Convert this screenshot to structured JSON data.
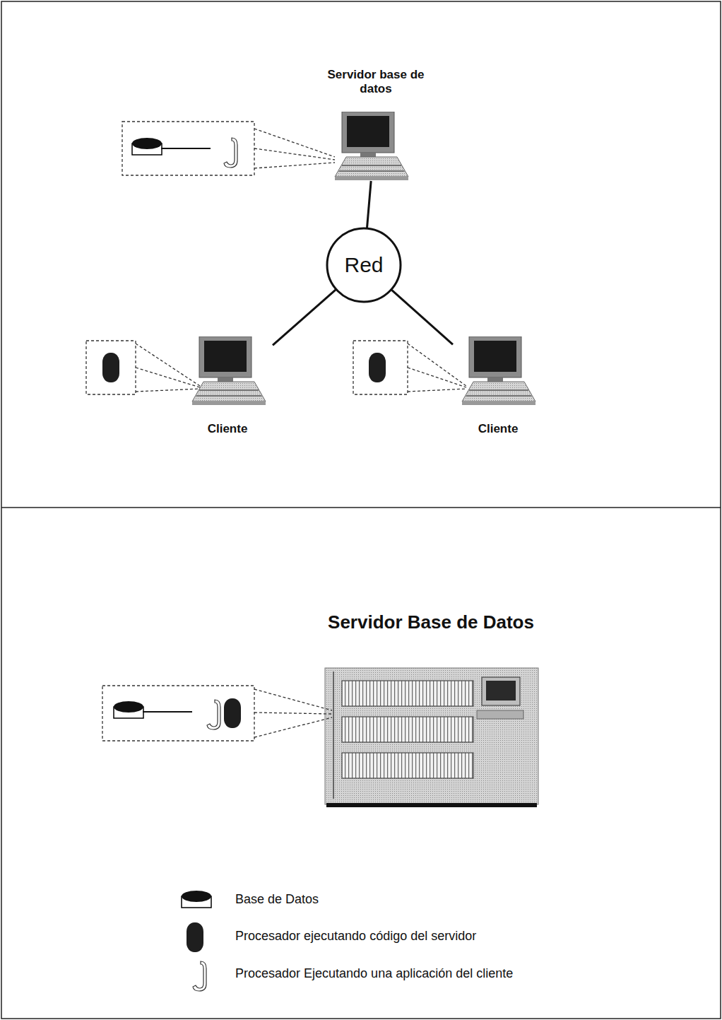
{
  "diagram": {
    "nodes": [
      {
        "text": [
          "Servidor base de datos"
        ]
      },
      {
        "text": [
          "Red"
        ]
      },
      {
        "text": [
          "Cliente"
        ]
      },
      {
        "text": [
          "Cliente"
        ]
      },
      {
        "text": [
          "Servidor Base de Datos"
        ]
      }
    ],
    "edges": [
      {
        "from": 0,
        "to": 1,
        "arrow": "none"
      },
      {
        "from": 1,
        "to": 2,
        "arrow": "none"
      },
      {
        "from": 1,
        "to": 3,
        "arrow": "none"
      }
    ],
    "legend": [
      {
        "text": "Base de Datos"
      },
      {
        "text": "Procesador ejecutando código del servidor"
      },
      {
        "text": "Procesador Ejecutando una aplicación del cliente"
      }
    ]
  }
}
